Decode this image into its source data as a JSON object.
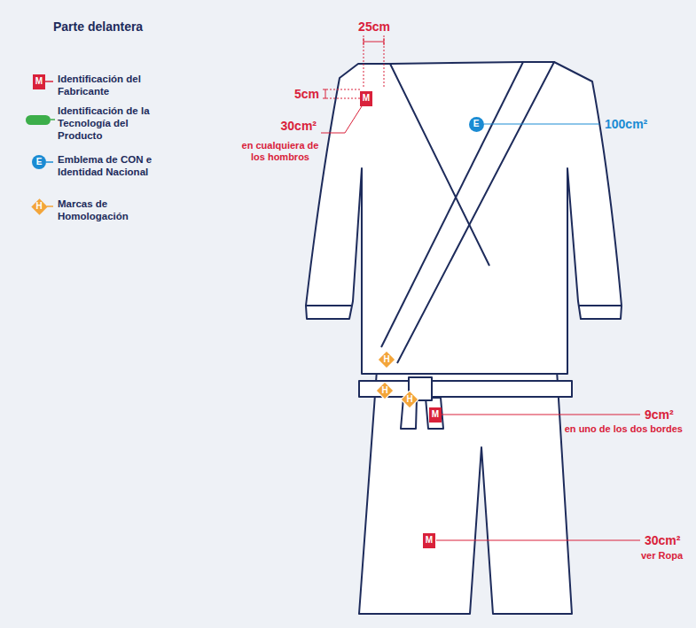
{
  "diagram": {
    "title": "Parte delantera",
    "nodes": [
      {
        "text": [
          "M"
        ]
      },
      {
        "text": [
          "E"
        ]
      },
      {
        "text": [
          "H"
        ]
      },
      {
        "text": [
          "H"
        ]
      },
      {
        "text": [
          "H"
        ]
      },
      {
        "text": [
          "M"
        ]
      },
      {
        "text": [
          "M"
        ]
      }
    ],
    "labels": [
      "25cm",
      "5cm",
      "30cm²",
      "en cualquiera de los hombros",
      "100cm²",
      "9cm²",
      "en uno de los dos bordes",
      "30cm²",
      "ver Ropa",
      "M",
      "E",
      "H"
    ],
    "legend": [
      {
        "text": "Identificación del Fabricante",
        "color": "#d9213a"
      },
      {
        "text": "Identificación de la Tecnología del Producto",
        "color": "#3cae4a"
      },
      {
        "text": "Emblema de CON e Identidad Nacional",
        "color": "#1a8bd3"
      },
      {
        "text": "Marcas de Homologación",
        "color": "#f3a53a"
      }
    ]
  }
}
